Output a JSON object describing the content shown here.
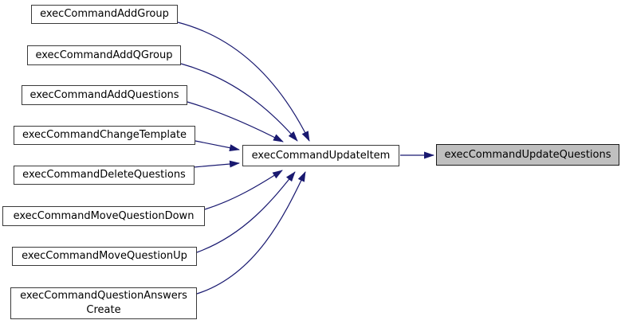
{
  "diagram": {
    "kind": "call-graph",
    "edge_color": "#191970",
    "node_fill": "#ffffff",
    "node_border_color": "#3a3a3a",
    "highlight_fill": "#bfbfbf",
    "nodes": [
      {
        "id": "execCommandAddGroup",
        "label": "execCommandAddGroup"
      },
      {
        "id": "execCommandAddQGroup",
        "label": "execCommandAddQGroup"
      },
      {
        "id": "execCommandAddQuestions",
        "label": "execCommandAddQuestions"
      },
      {
        "id": "execCommandChangeTemplate",
        "label": "execCommandChangeTemplate"
      },
      {
        "id": "execCommandDeleteQuestions",
        "label": "execCommandDeleteQuestions"
      },
      {
        "id": "execCommandMoveQuestionDown",
        "label": "execCommandMoveQuestionDown"
      },
      {
        "id": "execCommandMoveQuestionUp",
        "label": "execCommandMoveQuestionUp"
      },
      {
        "id": "execCommandQuestionAnswersCreate",
        "label": "execCommandQuestionAnswers\nCreate"
      },
      {
        "id": "execCommandUpdateItem",
        "label": "execCommandUpdateItem"
      },
      {
        "id": "execCommandUpdateQuestions",
        "label": "execCommandUpdateQuestions",
        "highlighted": true
      }
    ],
    "edges": [
      {
        "from": "execCommandAddGroup",
        "to": "execCommandUpdateItem"
      },
      {
        "from": "execCommandAddQGroup",
        "to": "execCommandUpdateItem"
      },
      {
        "from": "execCommandAddQuestions",
        "to": "execCommandUpdateItem"
      },
      {
        "from": "execCommandChangeTemplate",
        "to": "execCommandUpdateItem"
      },
      {
        "from": "execCommandDeleteQuestions",
        "to": "execCommandUpdateItem"
      },
      {
        "from": "execCommandMoveQuestionDown",
        "to": "execCommandUpdateItem"
      },
      {
        "from": "execCommandMoveQuestionUp",
        "to": "execCommandUpdateItem"
      },
      {
        "from": "execCommandQuestionAnswersCreate",
        "to": "execCommandUpdateItem"
      },
      {
        "from": "execCommandUpdateItem",
        "to": "execCommandUpdateQuestions"
      }
    ]
  }
}
